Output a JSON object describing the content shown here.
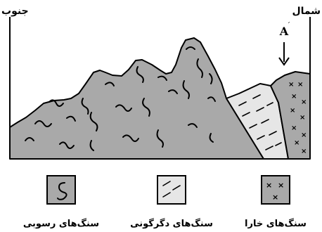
{
  "directions": {
    "south": "جنوب",
    "north": "شمال"
  },
  "marker": {
    "label": "A"
  },
  "legend": {
    "items": [
      {
        "key": "granite",
        "label": "سنگ‌های خارا",
        "fill": "#a9a9a9",
        "pattern": "crosses"
      },
      {
        "key": "metamorphic",
        "label": "سنگ‌های دگرگونی",
        "fill": "#e6e6e6",
        "pattern": "dashes"
      },
      {
        "key": "sedimentary",
        "label": "سنگ‌های رسوبی",
        "fill": "#a9a9a9",
        "pattern": "squiggle"
      }
    ]
  },
  "colors": {
    "sedimentary": "#a9a9a9",
    "metamorphic": "#e6e6e6",
    "granite": "#a9a9a9",
    "outline": "#000000"
  }
}
